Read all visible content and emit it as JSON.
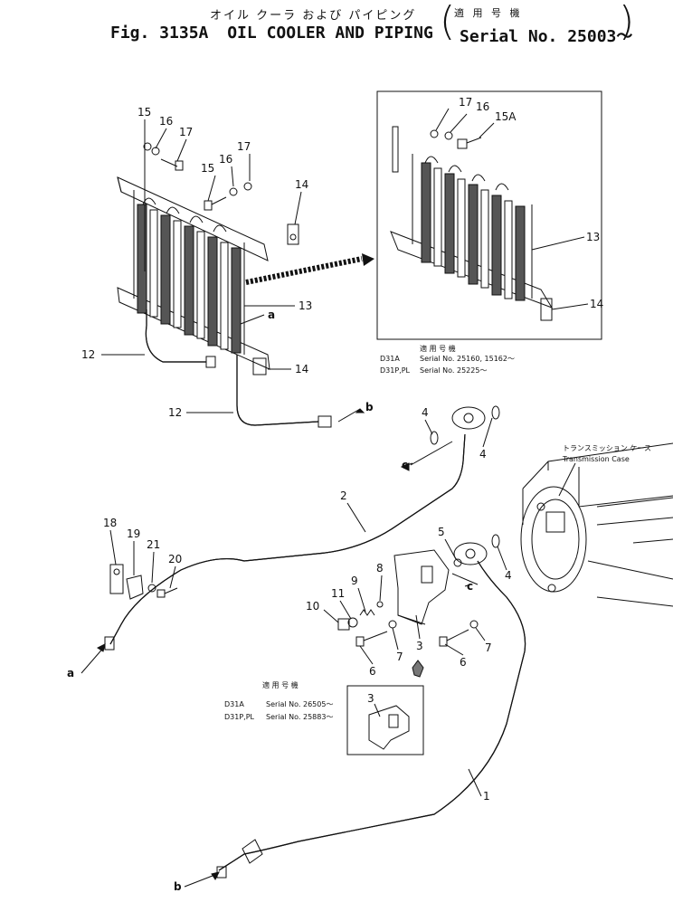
{
  "header": {
    "title_jp": "オイル クーラ および パイピング",
    "applicable_jp": "適 用 号 機",
    "fig": "Fig. 3135A",
    "title_en": "OIL COOLER AND PIPING",
    "serial": "Serial No. 25003～"
  },
  "inset_top": {
    "note_title": "適 用 号 機",
    "rows": [
      {
        "model": "D31A",
        "serial": "Serial No. 25160, 15162～"
      },
      {
        "model": "D31P,PL",
        "serial": "Serial No. 25225～"
      }
    ]
  },
  "inset_bottom": {
    "note_title": "適 用 号 機",
    "rows": [
      {
        "model": "D31A",
        "serial": "Serial No. 26505～"
      },
      {
        "model": "D31P,PL",
        "serial": "Serial No. 25883～"
      }
    ]
  },
  "case_label": {
    "jp": "トランスミッション ケース",
    "en": "Transmission Case"
  },
  "callouts": {
    "n1": "1",
    "n2": "2",
    "n3": "3",
    "n4": "4",
    "n5": "5",
    "n6": "6",
    "n7": "7",
    "n8": "8",
    "n9": "9",
    "n10": "10",
    "n11": "11",
    "n12": "12",
    "n13": "13",
    "n14": "14",
    "n15": "15",
    "n15a": "15A",
    "n16": "16",
    "n17": "17",
    "n18": "18",
    "n19": "19",
    "n20": "20",
    "n21": "21",
    "a": "a",
    "b": "b",
    "c": "c"
  }
}
